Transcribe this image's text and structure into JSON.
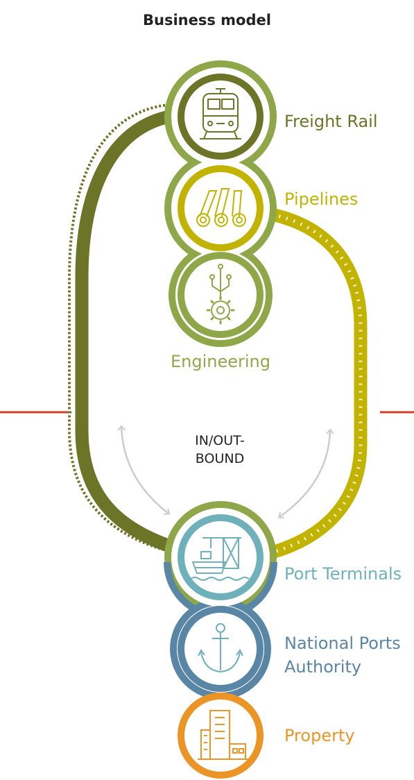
{
  "title": "Business model",
  "center_label_line1": "IN/OUT-",
  "center_label_line2": "BOUND",
  "nodes": [
    {
      "id": "freight-rail",
      "label": "Freight Rail",
      "icon": "train-icon",
      "color": "#6b7427"
    },
    {
      "id": "pipelines",
      "label": "Pipelines",
      "icon": "pipes-icon",
      "color": "#c2b300"
    },
    {
      "id": "engineering",
      "label": "Engineering",
      "icon": "circuit-gear-icon",
      "color": "#8fa748"
    },
    {
      "id": "port-terminals",
      "label": "Port Terminals",
      "icon": "port-ship-crane-icon",
      "color": "#6eb1bb"
    },
    {
      "id": "national-ports-authority",
      "label_line1": "National Ports",
      "label_line2": "Authority",
      "icon": "anchor-icon",
      "color": "#5a86a5"
    },
    {
      "id": "property",
      "label": "Property",
      "icon": "buildings-icon",
      "color": "#ea9526"
    }
  ],
  "colors": {
    "divider": "#d0402a",
    "arrows": "#cccccc",
    "light_green": "#8fa748",
    "dark_green": "#6b7427",
    "yellow": "#c2b300",
    "teal": "#6eb1bb",
    "blue": "#5a86a5",
    "orange": "#ea9526"
  }
}
